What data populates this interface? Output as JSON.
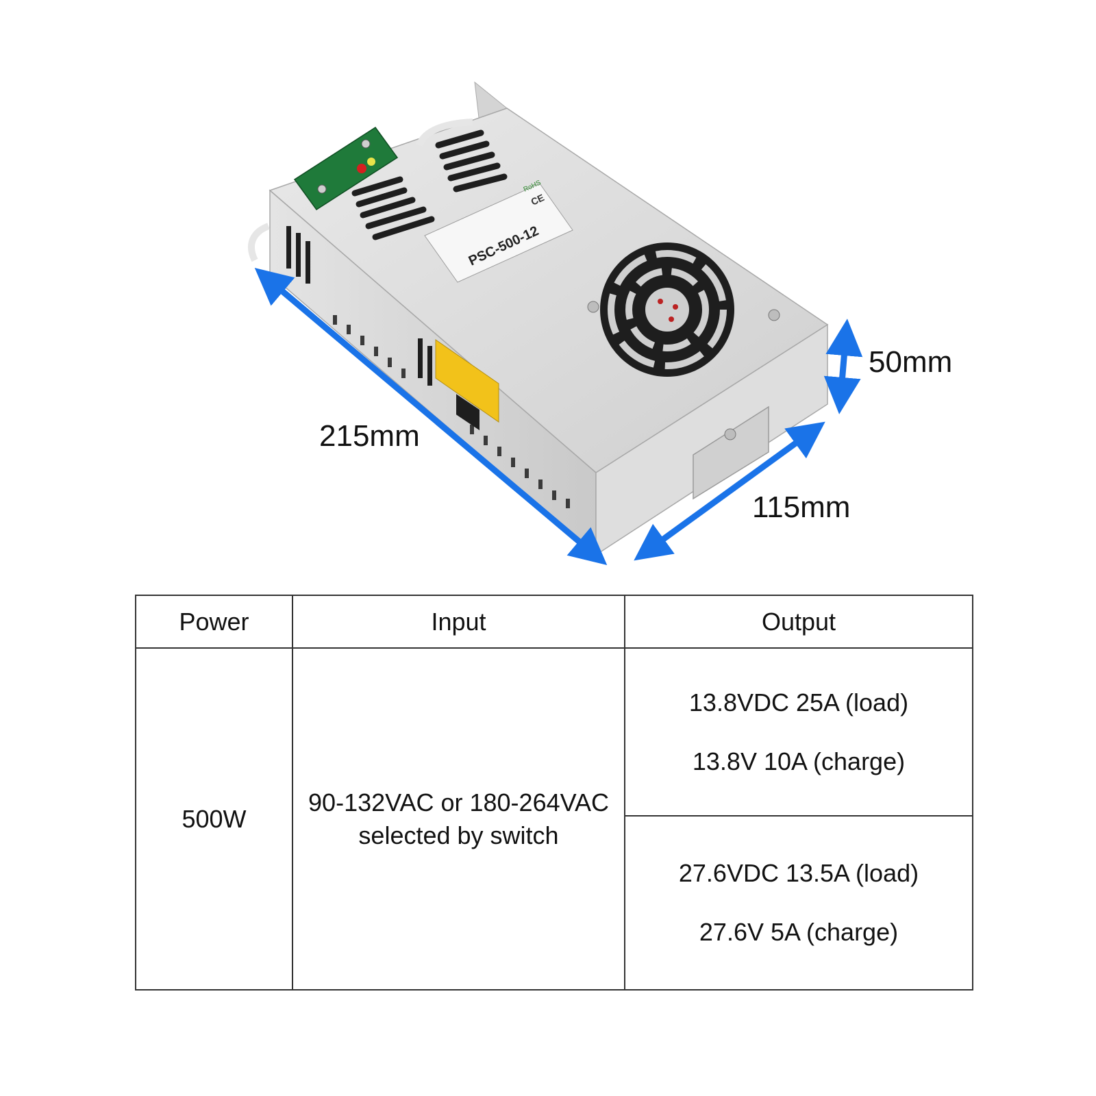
{
  "dimensions": {
    "length": "215mm",
    "width": "115mm",
    "height": "50mm"
  },
  "product_label": {
    "model": "PSC-500-12",
    "marks": [
      "CE",
      "RoHS"
    ]
  },
  "colors": {
    "arrow": "#1a73e8",
    "casing": "#d9d9d9",
    "pcb": "#1f7a3a",
    "warning_label": "#f2c21a",
    "table_border": "#333333"
  },
  "spec_table": {
    "headers": {
      "power": "Power",
      "input": "Input",
      "output": "Output"
    },
    "power": "500W",
    "input": {
      "line1": "90-132VAC or 180-264VAC",
      "line2": "selected by switch"
    },
    "output": [
      {
        "load": "13.8VDC  25A (load)",
        "charge": "13.8V 10A (charge)"
      },
      {
        "load": "27.6VDC 13.5A (load)",
        "charge": "27.6V 5A (charge)"
      }
    ]
  }
}
